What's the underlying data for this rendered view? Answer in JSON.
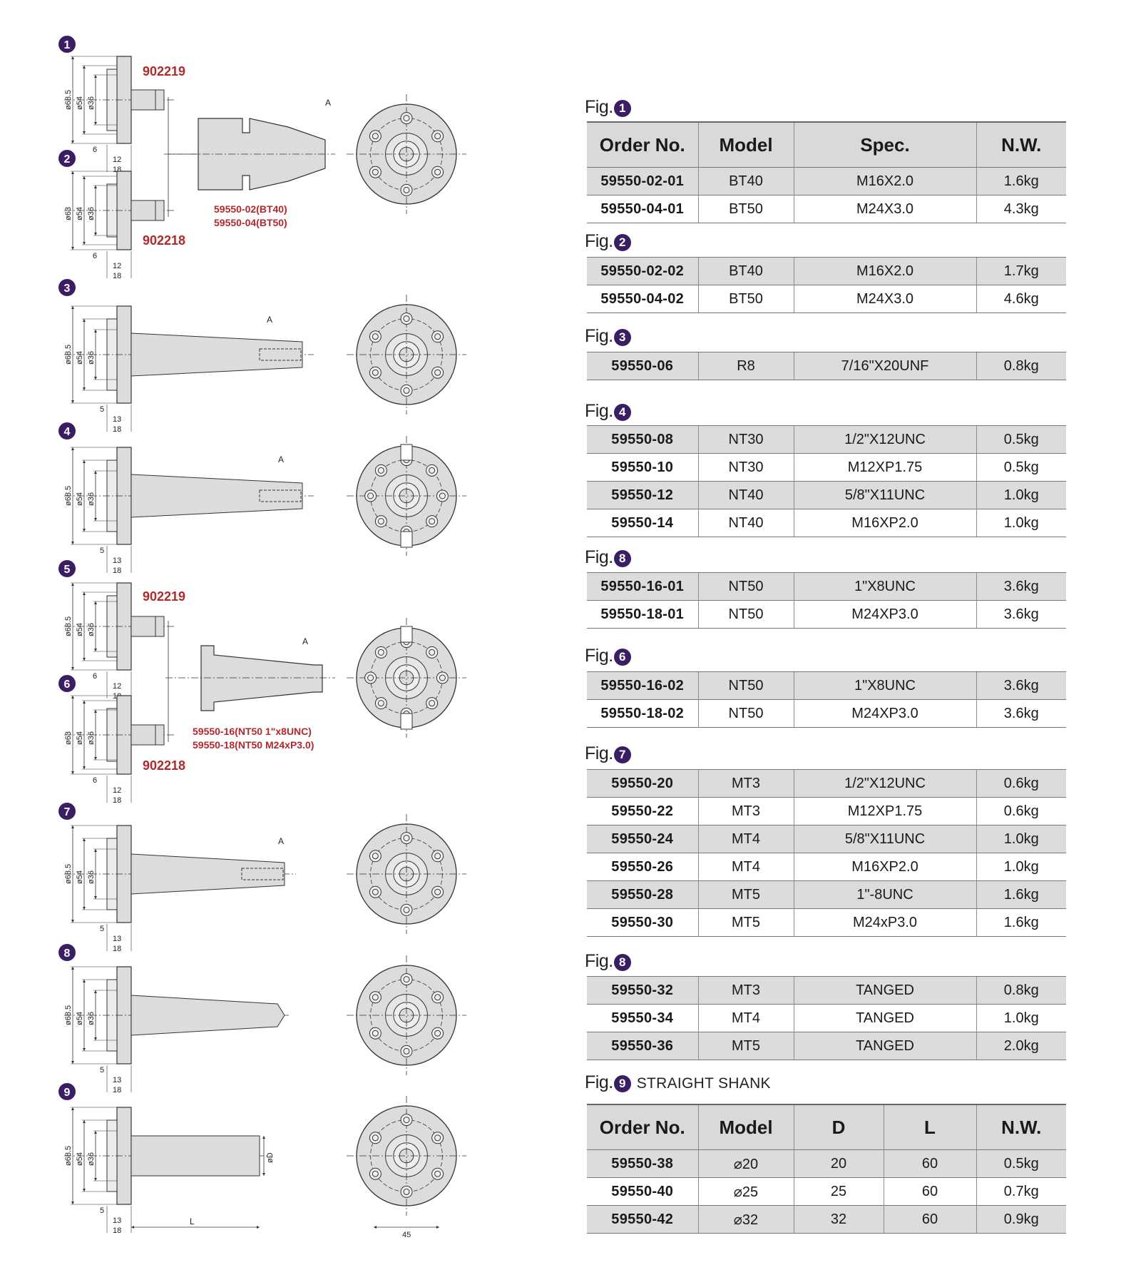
{
  "headers": {
    "order_no": "Order No.",
    "model": "Model",
    "spec": "Spec.",
    "nw": "N.W.",
    "d": "D",
    "l": "L"
  },
  "fig_word": "Fig.",
  "figures": [
    {
      "badge": "1",
      "table": [
        {
          "order": "59550-02-01",
          "model": "BT40",
          "spec": "M16X2.0",
          "nw": "1.6kg"
        },
        {
          "order": "59550-04-01",
          "model": "BT50",
          "spec": "M24X3.0",
          "nw": "4.3kg"
        }
      ]
    },
    {
      "badge": "2",
      "table": [
        {
          "order": "59550-02-02",
          "model": "BT40",
          "spec": "M16X2.0",
          "nw": "1.7kg"
        },
        {
          "order": "59550-04-02",
          "model": "BT50",
          "spec": "M24X3.0",
          "nw": "4.6kg"
        }
      ]
    },
    {
      "badge": "3",
      "table": [
        {
          "order": "59550-06",
          "model": "R8",
          "spec": "7/16\"X20UNF",
          "nw": "0.8kg"
        }
      ]
    },
    {
      "badge": "4",
      "table": [
        {
          "order": "59550-08",
          "model": "NT30",
          "spec": "1/2\"X12UNC",
          "nw": "0.5kg"
        },
        {
          "order": "59550-10",
          "model": "NT30",
          "spec": "M12XP1.75",
          "nw": "0.5kg"
        },
        {
          "order": "59550-12",
          "model": "NT40",
          "spec": "5/8\"X11UNC",
          "nw": "1.0kg"
        },
        {
          "order": "59550-14",
          "model": "NT40",
          "spec": "M16XP2.0",
          "nw": "1.0kg"
        }
      ]
    },
    {
      "badge": "8",
      "table": [
        {
          "order": "59550-16-01",
          "model": "NT50",
          "spec": "1\"X8UNC",
          "nw": "3.6kg"
        },
        {
          "order": "59550-18-01",
          "model": "NT50",
          "spec": "M24XP3.0",
          "nw": "3.6kg"
        }
      ]
    },
    {
      "badge": "6",
      "table": [
        {
          "order": "59550-16-02",
          "model": "NT50",
          "spec": "1\"X8UNC",
          "nw": "3.6kg"
        },
        {
          "order": "59550-18-02",
          "model": "NT50",
          "spec": "M24XP3.0",
          "nw": "3.6kg"
        }
      ]
    },
    {
      "badge": "7",
      "table": [
        {
          "order": "59550-20",
          "model": "MT3",
          "spec": "1/2\"X12UNC",
          "nw": "0.6kg"
        },
        {
          "order": "59550-22",
          "model": "MT3",
          "spec": "M12XP1.75",
          "nw": "0.6kg"
        },
        {
          "order": "59550-24",
          "model": "MT4",
          "spec": "5/8\"X11UNC",
          "nw": "1.0kg"
        },
        {
          "order": "59550-26",
          "model": "MT4",
          "spec": "M16XP2.0",
          "nw": "1.0kg"
        },
        {
          "order": "59550-28",
          "model": "MT5",
          "spec": "1\"-8UNC",
          "nw": "1.6kg"
        },
        {
          "order": "59550-30",
          "model": "MT5",
          "spec": "M24xP3.0",
          "nw": "1.6kg"
        }
      ]
    },
    {
      "badge": "8",
      "table": [
        {
          "order": "59550-32",
          "model": "MT3",
          "spec": "TANGED",
          "nw": "0.8kg"
        },
        {
          "order": "59550-34",
          "model": "MT4",
          "spec": "TANGED",
          "nw": "1.0kg"
        },
        {
          "order": "59550-36",
          "model": "MT5",
          "spec": "TANGED",
          "nw": "2.0kg"
        }
      ]
    },
    {
      "badge": "9",
      "subtitle": "STRAIGHT SHANK",
      "table": [
        {
          "order": "59550-38",
          "model": "⌀20",
          "d": "20",
          "l": "60",
          "nw": "0.5kg"
        },
        {
          "order": "59550-40",
          "model": "⌀25",
          "d": "25",
          "l": "60",
          "nw": "0.7kg"
        },
        {
          "order": "59550-42",
          "model": "⌀32",
          "d": "32",
          "l": "60",
          "nw": "0.9kg"
        }
      ]
    }
  ],
  "drawings": {
    "fig_numbers": [
      "1",
      "2",
      "3",
      "4",
      "5",
      "6",
      "7",
      "8",
      "9"
    ],
    "part_902219": "902219",
    "part_902218": "902218",
    "group1_caption": [
      "59550-02(BT40)",
      "59550-04(BT50)"
    ],
    "group2_caption": [
      "59550-16(NT50 1\"x8UNC)",
      "59550-18(NT50 M24xP3.0)"
    ],
    "dims": {
      "d685": "ø68.5",
      "d63": "ø63",
      "d54": "ø54",
      "d36": "ø36",
      "dD": "øD",
      "n6": "6",
      "n12": "12",
      "n18": "18",
      "n5": "5",
      "n13": "13",
      "L": "L",
      "n45": "45",
      "A": "A"
    },
    "colors": {
      "part_red": "#b3282d",
      "badge": "#3a1d63",
      "body_fill": "#dcdcdc",
      "line": "#333333"
    }
  }
}
